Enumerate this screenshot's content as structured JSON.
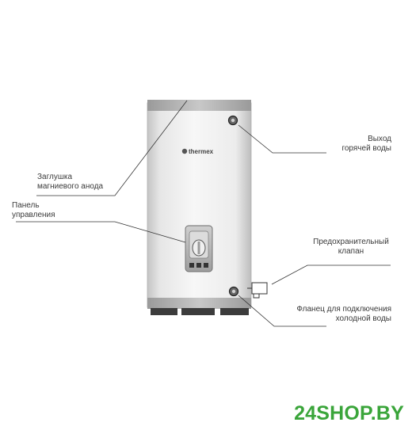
{
  "brand_logo_text": "thermex",
  "callouts": {
    "hot_water_outlet": {
      "line1": "Выход",
      "line2": "горячей воды"
    },
    "anode_plug": {
      "line1": "Заглушка",
      "line2": "магниевого анода"
    },
    "control_panel": {
      "line1": "Панель",
      "line2": "управления"
    },
    "safety_valve": {
      "line1": "Предохранительный",
      "line2": "клапан"
    },
    "cold_water_flange": {
      "line1": "Фланец для подключения",
      "line2": "холодной воды"
    }
  },
  "watermark": "24SHOP.BY",
  "colors": {
    "body": "#ececec",
    "cap": "#b4b4b4",
    "leader_line": "#333333",
    "watermark": "#3aa53a"
  }
}
